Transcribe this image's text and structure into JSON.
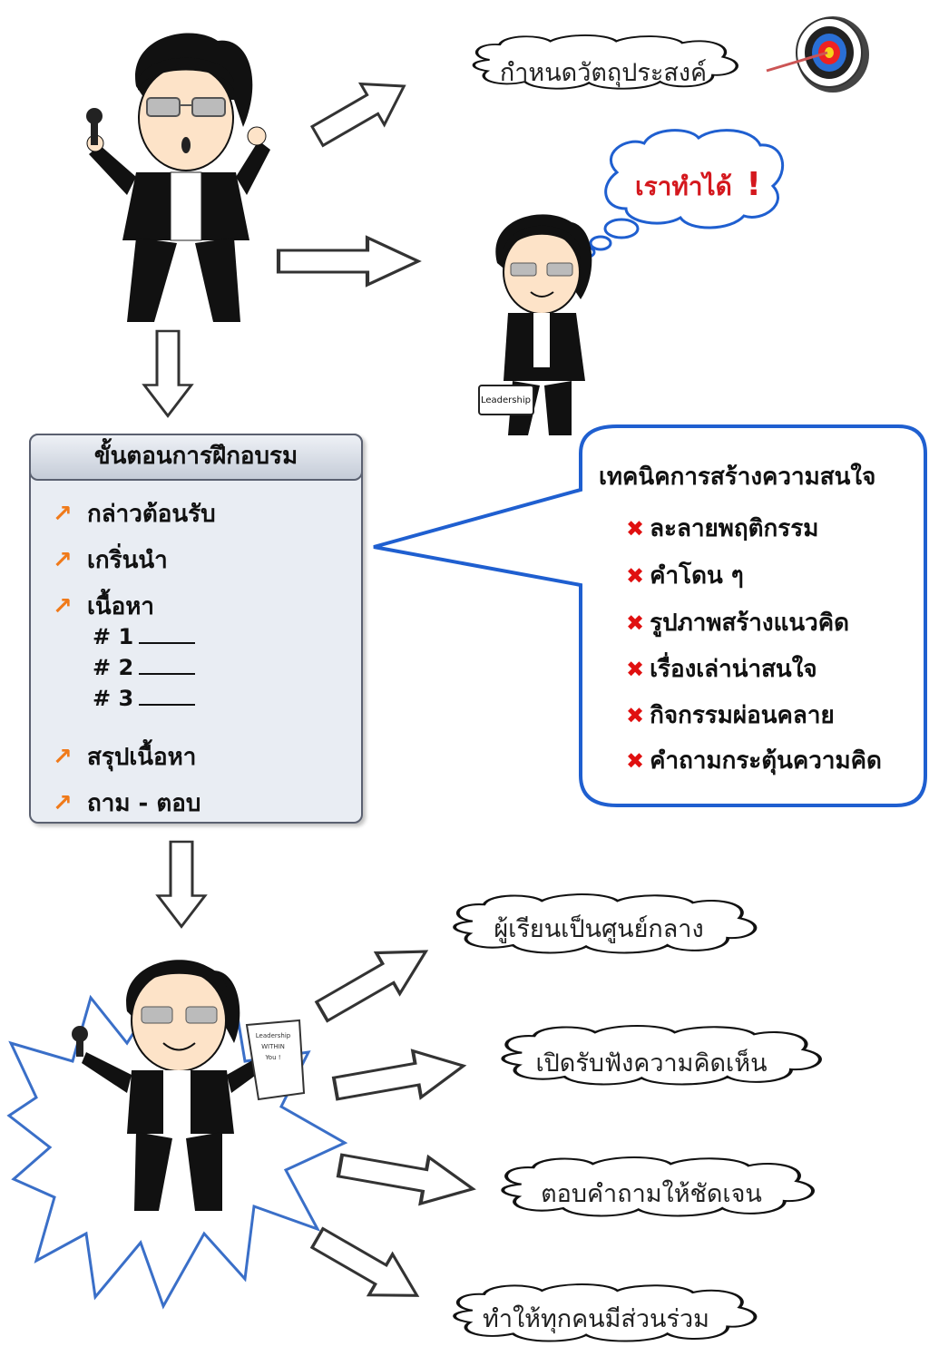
{
  "goal_cloud": "กำหนดวัตถุประสงค์",
  "thought_bubble": {
    "text": "เราทำได้",
    "exclaim": "!"
  },
  "book_label": "Leadership",
  "paper_label": [
    "Leadership",
    "WITHIN",
    "You !"
  ],
  "training_panel": {
    "title": "ขั้นตอนการฝึกอบรม",
    "steps": [
      "กล่าวต้อนรับ",
      "เกริ่นนำ",
      "เนื้อหา",
      "สรุปเนื้อหา",
      "ถาม - ตอบ"
    ],
    "subitems": [
      "# 1",
      "# 2",
      "# 3"
    ]
  },
  "techniques": {
    "title": "เทคนิคการสร้างความสนใจ",
    "items": [
      "ละลายพฤติกรรม",
      "คำโดน ๆ",
      "รูปภาพสร้างแนวคิด",
      "เรื่องเล่าน่าสนใจ",
      "กิจกรรมผ่อนคลาย",
      "คำถามกระตุ้นความคิด"
    ]
  },
  "outcome_clouds": [
    "ผู้เรียนเป็นศูนย์กลาง",
    "เปิดรับฟังความคิดเห็น",
    "ตอบคำถามให้ชัดเจน",
    "ทำให้ทุกคนมีส่วนร่วม"
  ],
  "colors": {
    "callout_border": "#1f5fd0",
    "bullet_arrow": "#f07a1a",
    "star": "#e01010",
    "thought_text": "#d4181e"
  }
}
